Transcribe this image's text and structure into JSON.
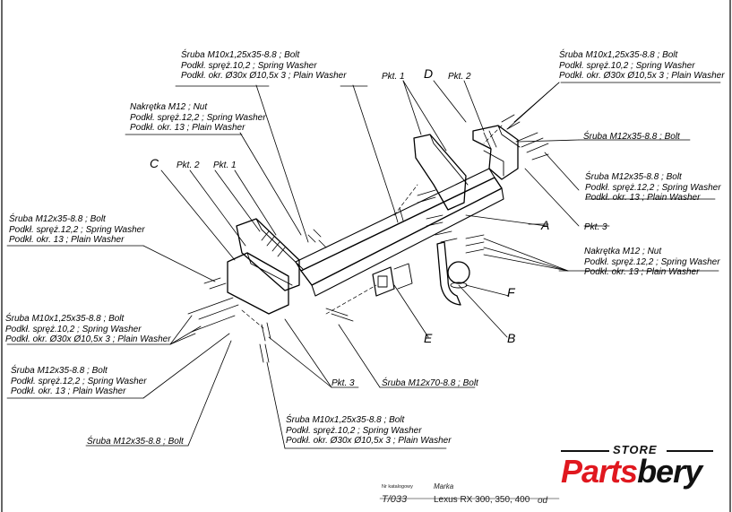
{
  "colors": {
    "ink": "#000000",
    "brand_red": "#e0181f",
    "brand_dark": "#111111"
  },
  "labels": {
    "l1": [
      "Śruba M10x1,25x35-8.8 ; Bolt",
      "Podkł. spręż.10,2 ; Spring Washer",
      "Podkł. okr. Ø30x Ø10,5x 3 ; Plain Washer"
    ],
    "l2": [
      "Śruba M10x1,25x35-8.8 ; Bolt",
      "Podkł. spręż.10,2 ; Spring Washer",
      "Podkł. okr. Ø30x Ø10,5x 3 ; Plain Washer"
    ],
    "l3": [
      "Nakrętka M12 ; Nut",
      "Podkł. spręż.12,2 ; Spring Washer",
      "Podkł. okr. 13 ; Plain Washer"
    ],
    "l4": [
      "Śruba M12x35-8.8 ; Bolt"
    ],
    "l5": [
      "Śruba M12x35-8.8 ; Bolt",
      "Podkł. spręż.12,2 ; Spring Washer",
      "Podkł. okr. 13 ; Plain Washer"
    ],
    "l6": [
      "Śruba M12x35-8.8 ; Bolt",
      "Podkł. spręż.12,2 ; Spring Washer",
      "Podkł. okr. 13 ; Plain Washer"
    ],
    "l7": [
      "Nakrętka M12 ; Nut",
      "Podkł. spręż.12,2 ; Spring Washer",
      "Podkł. okr. 13 ; Plain Washer"
    ],
    "l8": [
      "Śruba M10x1,25x35-8.8 ; Bolt",
      "Podkł. spręż.10,2 ; Spring Washer",
      "Podkł. okr. Ø30x Ø10,5x 3 ; Plain Washer"
    ],
    "l9": [
      "Śruba M12x35-8.8 ; Bolt",
      "Podkł. spręż.12,2 ; Spring Washer",
      "Podkł. okr. 13 ; Plain Washer"
    ],
    "l10": [
      "Śruba M12x35-8.8 ; Bolt"
    ],
    "l11": [
      "Śruba M12x70-8.8 ; Bolt"
    ],
    "l12": [
      "Śruba M10x1,25x35-8.8 ; Bolt",
      "Podkł. spręż.10,2 ; Spring Washer",
      "Podkł. okr. Ø30x Ø10,5x 3 ; Plain Washer"
    ]
  },
  "pkt": {
    "p1_top": "Pkt. 1",
    "p2_top": "Pkt. 2",
    "p1_left": "Pkt. 1",
    "p2_left": "Pkt. 2",
    "p3_right": "Pkt. 3",
    "p3_bottom": "Pkt. 3"
  },
  "letters": {
    "A": "A",
    "B": "B",
    "C": "C",
    "D": "D",
    "E": "E",
    "F": "F"
  },
  "footer": {
    "catalog_label": "Nr katalogowy",
    "brand_label": "Marka",
    "catalog_number": "T/033",
    "model": "Lexus RX 300, 350, 400",
    "suffix": "od"
  },
  "logo": {
    "store": "STORE",
    "word_red": "Parts",
    "word_dark": "bery"
  }
}
